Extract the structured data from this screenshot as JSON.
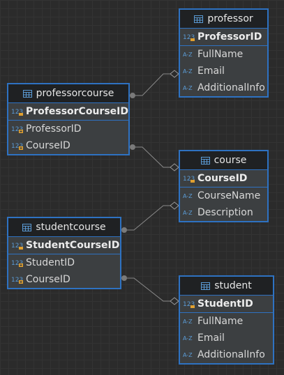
{
  "entities": {
    "professor": {
      "title": "professor",
      "pk": "ProfessorID",
      "fields": [
        "FullName",
        "Email",
        "AdditionalInfo"
      ]
    },
    "professorcourse": {
      "title": "professorcourse",
      "pk": "ProfessorCourseID",
      "fields": [
        "ProfessorID",
        "CourseID"
      ]
    },
    "course": {
      "title": "course",
      "pk": "CourseID",
      "fields": [
        "CourseName",
        "Description"
      ]
    },
    "studentcourse": {
      "title": "studentcourse",
      "pk": "StudentCourseID",
      "fields": [
        "StudentID",
        "CourseID"
      ]
    },
    "student": {
      "title": "student",
      "pk": "StudentID",
      "fields": [
        "FullName",
        "Email",
        "AdditionalInfo"
      ]
    }
  },
  "colors": {
    "border": "#2e72c2",
    "background": "#2b2b2b",
    "connector": "#8a8a8a"
  },
  "relationships": [
    {
      "from": "professorcourse.ProfessorID",
      "to": "professor.ProfessorID"
    },
    {
      "from": "professorcourse.CourseID",
      "to": "course.CourseID"
    },
    {
      "from": "studentcourse.CourseID",
      "to": "course.CourseID"
    },
    {
      "from": "studentcourse.StudentID",
      "to": "student.StudentID"
    }
  ]
}
